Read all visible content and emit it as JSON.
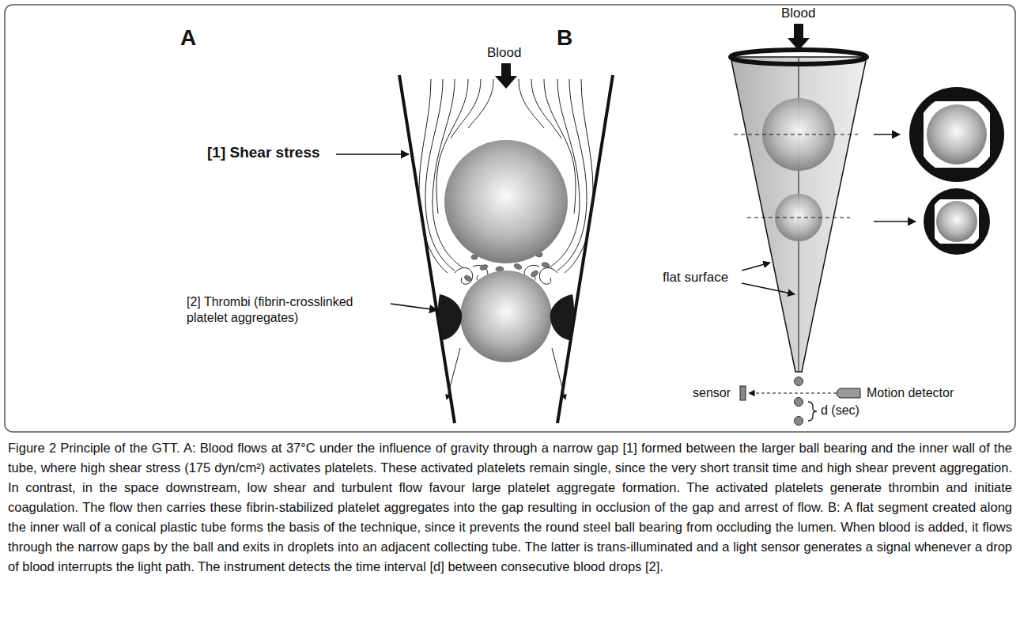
{
  "diagram": {
    "caption": "Figure 2 Principle of the GTT. A: Blood flows at 37°C under the influence of gravity through a narrow gap [1] formed between the larger ball bearing and the inner wall of the tube, where high shear stress (175 dyn/cm²) activates platelets. These activated platelets remain single, since the very short transit time and high shear prevent aggregation. In contrast, in the space downstream, low shear and turbulent flow favour large platelet aggregate formation. The activated platelets generate thrombin and initiate coagulation. The flow then carries these fibrin-stabilized platelet aggregates into the gap resulting in occlusion of the gap and arrest of flow. B: A flat segment created along the inner wall of a conical plastic tube forms the basis of the technique, since it prevents the round steel ball bearing from occluding the lumen. When blood is added, it flows through the narrow gaps by the ball and exits in droplets into an adjacent collecting tube. The latter is trans-illuminated and a light sensor generates a signal whenever a drop of blood interrupts the light path. The instrument detects the time interval [d] between consecutive blood drops [2].",
    "labels": [
      "A",
      "Blood",
      "[1] Shear stress",
      "[2] Thrombi (fibrin-crosslinked platelet aggregates)",
      "B",
      "Blood",
      "flat surface",
      "sensor",
      "Motion detector",
      "d (sec)"
    ]
  }
}
